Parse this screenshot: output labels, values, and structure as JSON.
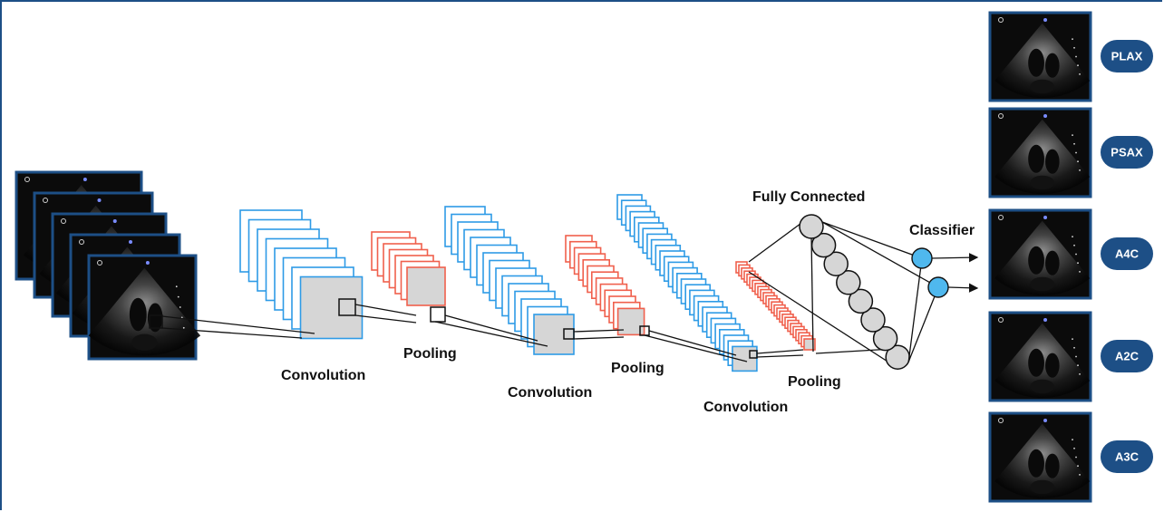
{
  "labels": {
    "convolution_1": "Convolution",
    "pooling_1": "Pooling",
    "convolution_2": "Convolution",
    "pooling_2": "Pooling",
    "convolution_3": "Convolution",
    "pooling_3": "Pooling",
    "fully_connected": "Fully Connected",
    "classifier": "Classifier"
  },
  "output_views": [
    {
      "label": "PLAX"
    },
    {
      "label": "PSAX"
    },
    {
      "label": "A4C"
    },
    {
      "label": "A2C"
    },
    {
      "label": "A3C"
    }
  ],
  "colors": {
    "frame_border": "#1d4f86",
    "conv_stroke": "#2e9be6",
    "pool_stroke": "#f0604d",
    "feature_fill": "#d6d6d6",
    "classifier_node": "#4fb8ee",
    "pill": "#1d4f86",
    "echo_background": "#0b0b0b"
  },
  "icons": {
    "input_images": "echocardiogram-frame-stack",
    "output_images": "echocardiogram-view-thumbnail"
  }
}
